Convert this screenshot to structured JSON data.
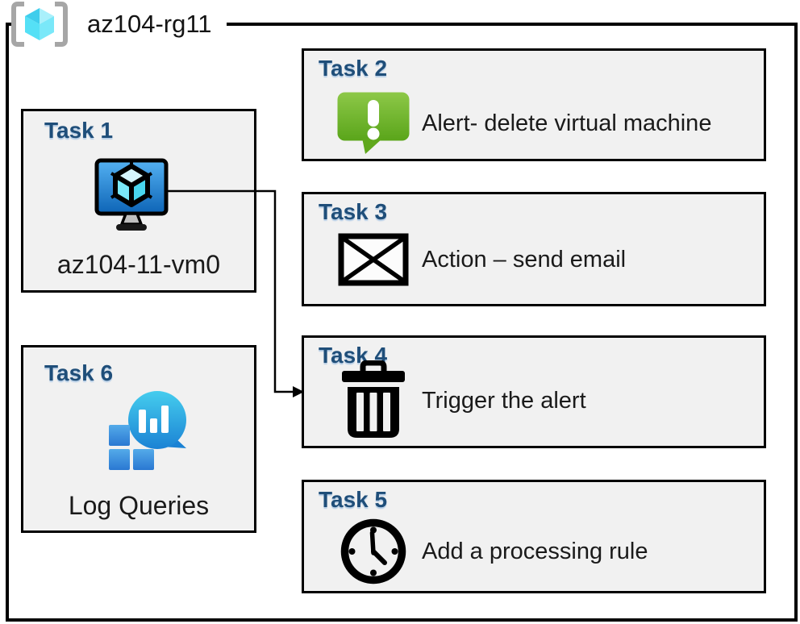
{
  "header": {
    "title": "az104-rg11",
    "icon": "resource-group-icon"
  },
  "tasks": [
    {
      "label": "Task 1",
      "caption": "az104-11-vm0",
      "icon": "virtual-machine-icon"
    },
    {
      "label": "Task 2",
      "caption": "Alert- delete virtual machine",
      "icon": "alert-message-icon"
    },
    {
      "label": "Task 3",
      "caption": "Action – send email",
      "icon": "email-envelope-icon"
    },
    {
      "label": "Task 4",
      "caption": "Trigger the alert",
      "icon": "trash-can-icon"
    },
    {
      "label": "Task 5",
      "caption": "Add a processing rule",
      "icon": "clock-icon"
    },
    {
      "label": "Task 6",
      "caption": "Log Queries",
      "icon": "log-analytics-icon"
    }
  ],
  "arrow": {
    "from": "Task 1",
    "to": "Task 4"
  },
  "colors": {
    "heading": "#1F4E79",
    "card_bg": "#F1F1F1",
    "border": "#000000",
    "alert_green_top": "#8DC848",
    "alert_green_bottom": "#5AA51A",
    "vm_screen_top": "#54B1F2",
    "vm_screen_bottom": "#0D64B6",
    "log_teal_top": "#45CDEE",
    "log_teal_bottom": "#1B82D4",
    "log_square_top": "#54ABE9",
    "log_square_bottom": "#2A78D2",
    "rg_cube_cyan": "#55E0F6",
    "rg_bracket_gray": "#A6A6A6"
  }
}
